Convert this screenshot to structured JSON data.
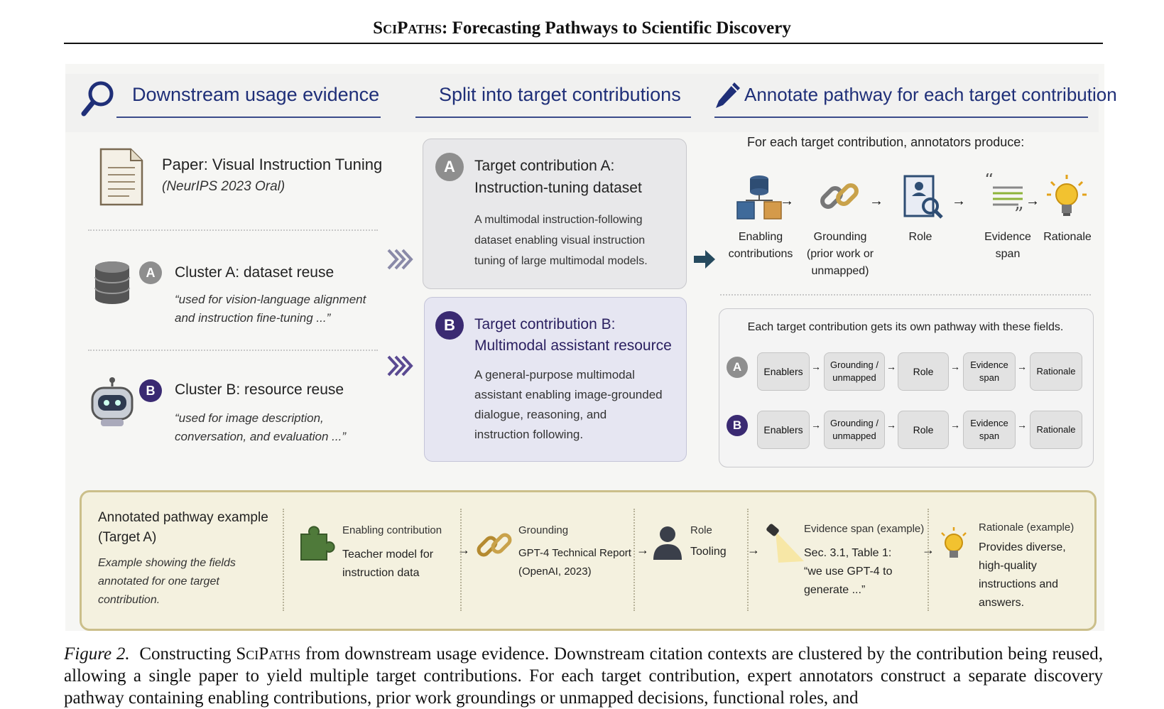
{
  "header": {
    "title_sc": "SciPaths",
    "title_rest": ": Forecasting Pathways to Scientific Discovery"
  },
  "figure": {
    "col1_header": "Downstream usage evidence",
    "col2_header": "Split into target contributions",
    "col3_header": "Annotate pathway for each target contribution",
    "paper": {
      "title": "Paper: Visual Instruction Tuning",
      "venue": "(NeurIPS 2023 Oral)"
    },
    "clusters": [
      {
        "badge": "A",
        "title": "Cluster A: dataset reuse",
        "quote1": "“used for vision-language alignment",
        "quote2": "and instruction fine-tuning ...”"
      },
      {
        "badge": "B",
        "title": "Cluster B: resource reuse",
        "quote1": "“used for image description,",
        "quote2": "conversation, and evaluation ...”"
      }
    ],
    "targets": [
      {
        "badge": "A",
        "title1": "Target contribution A:",
        "title2": "Instruction-tuning dataset",
        "desc": [
          "A multimodal instruction-following",
          "dataset enabling visual instruction",
          "tuning of large multimodal models."
        ]
      },
      {
        "badge": "B",
        "title1": "Target contribution B:",
        "title2": "Multimodal assistant resource",
        "desc": [
          "A general-purpose multimodal",
          "assistant enabling image-grounded",
          "dialogue, reasoning, and",
          "instruction following."
        ]
      }
    ],
    "annotate_intro": "For each target contribution, annotators produce:",
    "fields": [
      {
        "icon": "enabling-icon",
        "l1": "Enabling",
        "l2": "contributions",
        "l3": ""
      },
      {
        "icon": "chain-icon",
        "l1": "Grounding",
        "l2": "(prior work or",
        "l3": "unmapped)"
      },
      {
        "icon": "document-search-icon",
        "l1": "Role",
        "l2": "",
        "l3": ""
      },
      {
        "icon": "quote-icon",
        "l1": "Evidence",
        "l2": "span",
        "l3": ""
      },
      {
        "icon": "lightbulb-icon",
        "l1": "Rationale",
        "l2": "",
        "l3": ""
      }
    ],
    "pathway_box_title": "Each target contribution gets its own pathway with these fields.",
    "pathway_rows": [
      {
        "badge": "A",
        "steps": [
          [
            "Enablers",
            ""
          ],
          [
            "Grounding /",
            "unmapped"
          ],
          [
            "Role",
            ""
          ],
          [
            "Evidence",
            "span"
          ],
          [
            "Rationale",
            ""
          ]
        ]
      },
      {
        "badge": "B",
        "steps": [
          [
            "Enablers",
            ""
          ],
          [
            "Grounding /",
            "unmapped"
          ],
          [
            "Role",
            ""
          ],
          [
            "Evidence",
            "span"
          ],
          [
            "Rationale",
            ""
          ]
        ]
      }
    ],
    "example": {
      "title1": "Annotated pathway example",
      "title2": "(Target A)",
      "desc": [
        "Example showing the fields",
        "annotated for one target",
        "contribution."
      ],
      "enabling_label": "Enabling contribution",
      "enabling_value": [
        "Teacher model for",
        "instruction data"
      ],
      "grounding_label": "Grounding",
      "grounding_value": [
        "GPT-4 Technical Report",
        "(OpenAI, 2023)"
      ],
      "role_label": "Role",
      "role_value": "Tooling",
      "evidence_label": "Evidence span (example)",
      "evidence_value": [
        "Sec. 3.1, Table 1:",
        "“we use GPT-4 to",
        "generate ...”"
      ],
      "rationale_label": "Rationale (example)",
      "rationale_value": [
        "Provides diverse,",
        "high-quality",
        "instructions and",
        "answers."
      ]
    }
  },
  "caption": {
    "label": "Figure 2.",
    "pre": "Constructing",
    "sc": "SciPaths",
    "text1": "from downstream usage evidence. Downstream citation contexts are clustered by the contribution being reused, allowing a single paper to yield multiple target contributions. For each target contribution, expert annotators construct",
    "text2": "a separate discovery pathway containing enabling contributions, prior work groundings or unmapped decisions, functional roles, and"
  },
  "colors": {
    "header_blue": "#1f2f78",
    "purple": "#3a2a72",
    "gold_border": "#cbbf8a"
  }
}
